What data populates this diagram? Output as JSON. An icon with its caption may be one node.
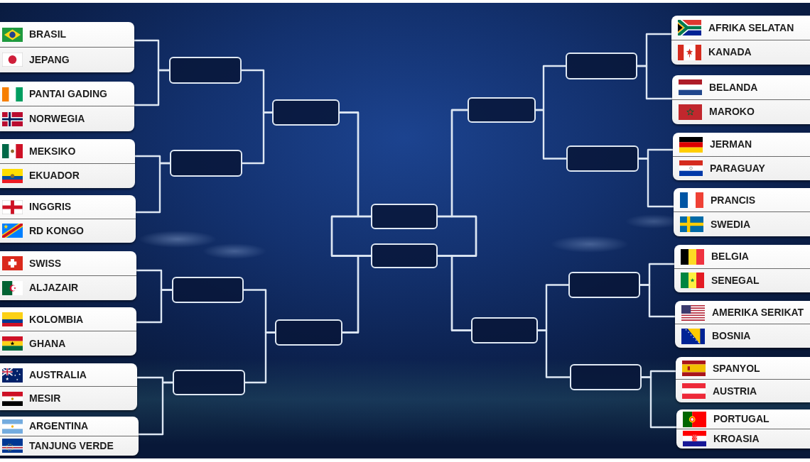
{
  "diagram": {
    "nodes": [
      {
        "text": [
          "BRASIL",
          "JEPANG"
        ]
      },
      {
        "text": [
          "PANTAI GADING",
          "NORWEGIA"
        ]
      },
      {
        "text": [
          "MEKSIKO",
          "EKUADOR"
        ]
      },
      {
        "text": [
          "INGGRIS",
          "RD KONGO"
        ]
      },
      {
        "text": [
          "SWISS",
          "ALJAZAIR"
        ]
      },
      {
        "text": [
          "KOLOMBIA",
          "GHANA"
        ]
      },
      {
        "text": [
          "AUSTRALIA",
          "MESIR"
        ]
      },
      {
        "text": [
          "ARGENTINA",
          "TANJUNG VERDE"
        ]
      },
      {
        "text": [],
        "shape": "box"
      },
      {
        "text": [],
        "shape": "box"
      },
      {
        "text": [],
        "shape": "box"
      },
      {
        "text": [],
        "shape": "box"
      },
      {
        "text": [],
        "shape": "box"
      },
      {
        "text": [],
        "shape": "box"
      },
      {
        "text": [],
        "shape": "box"
      },
      {
        "text": [],
        "shape": "box"
      },
      {
        "text": [],
        "shape": "box"
      },
      {
        "text": [],
        "shape": "box"
      },
      {
        "text": [],
        "shape": "box"
      },
      {
        "text": [],
        "shape": "box"
      },
      {
        "text": [],
        "shape": "box"
      },
      {
        "text": [],
        "shape": "box"
      },
      {
        "text": [
          "AFRIKA SELATAN",
          "KANADA"
        ]
      },
      {
        "text": [
          "BELANDA",
          "MAROKO"
        ]
      },
      {
        "text": [
          "JERMAN",
          "PARAGUAY"
        ]
      },
      {
        "text": [
          "PRANCIS",
          "SWEDIA"
        ]
      },
      {
        "text": [
          "BELGIA",
          "SENEGAL"
        ]
      },
      {
        "text": [
          "AMERIKA SERIKAT",
          "BOSNIA"
        ]
      },
      {
        "text": [
          "SPANYOL",
          "AUSTRIA"
        ]
      },
      {
        "text": [
          "PORTUGAL",
          "KROASIA"
        ]
      }
    ],
    "edges": [
      {
        "from": 0,
        "to": 8,
        "arrow": "none"
      },
      {
        "from": 1,
        "to": 8,
        "arrow": "none"
      },
      {
        "from": 2,
        "to": 9,
        "arrow": "none"
      },
      {
        "from": 3,
        "to": 9,
        "arrow": "none"
      },
      {
        "from": 4,
        "to": 10,
        "arrow": "none"
      },
      {
        "from": 5,
        "to": 10,
        "arrow": "none"
      },
      {
        "from": 6,
        "to": 11,
        "arrow": "none"
      },
      {
        "from": 7,
        "to": 11,
        "arrow": "none"
      },
      {
        "from": 8,
        "to": 12,
        "arrow": "none"
      },
      {
        "from": 9,
        "to": 12,
        "arrow": "none"
      },
      {
        "from": 10,
        "to": 13,
        "arrow": "none"
      },
      {
        "from": 11,
        "to": 13,
        "arrow": "none"
      },
      {
        "from": 12,
        "to": 14,
        "arrow": "none"
      },
      {
        "from": 12,
        "to": 15,
        "arrow": "none"
      },
      {
        "from": 13,
        "to": 14,
        "arrow": "none"
      },
      {
        "from": 13,
        "to": 15,
        "arrow": "none"
      },
      {
        "from": 16,
        "to": 14,
        "arrow": "none"
      },
      {
        "from": 16,
        "to": 15,
        "arrow": "none"
      },
      {
        "from": 17,
        "to": 14,
        "arrow": "none"
      },
      {
        "from": 17,
        "to": 15,
        "arrow": "none"
      },
      {
        "from": 18,
        "to": 16,
        "arrow": "none"
      },
      {
        "from": 19,
        "to": 16,
        "arrow": "none"
      },
      {
        "from": 20,
        "to": 17,
        "arrow": "none"
      },
      {
        "from": 21,
        "to": 17,
        "arrow": "none"
      },
      {
        "from": 22,
        "to": 18,
        "arrow": "none"
      },
      {
        "from": 23,
        "to": 18,
        "arrow": "none"
      },
      {
        "from": 24,
        "to": 19,
        "arrow": "none"
      },
      {
        "from": 25,
        "to": 19,
        "arrow": "none"
      },
      {
        "from": 26,
        "to": 20,
        "arrow": "none"
      },
      {
        "from": 27,
        "to": 20,
        "arrow": "none"
      },
      {
        "from": 28,
        "to": 21,
        "arrow": "none"
      },
      {
        "from": 29,
        "to": 21,
        "arrow": "none"
      }
    ]
  }
}
